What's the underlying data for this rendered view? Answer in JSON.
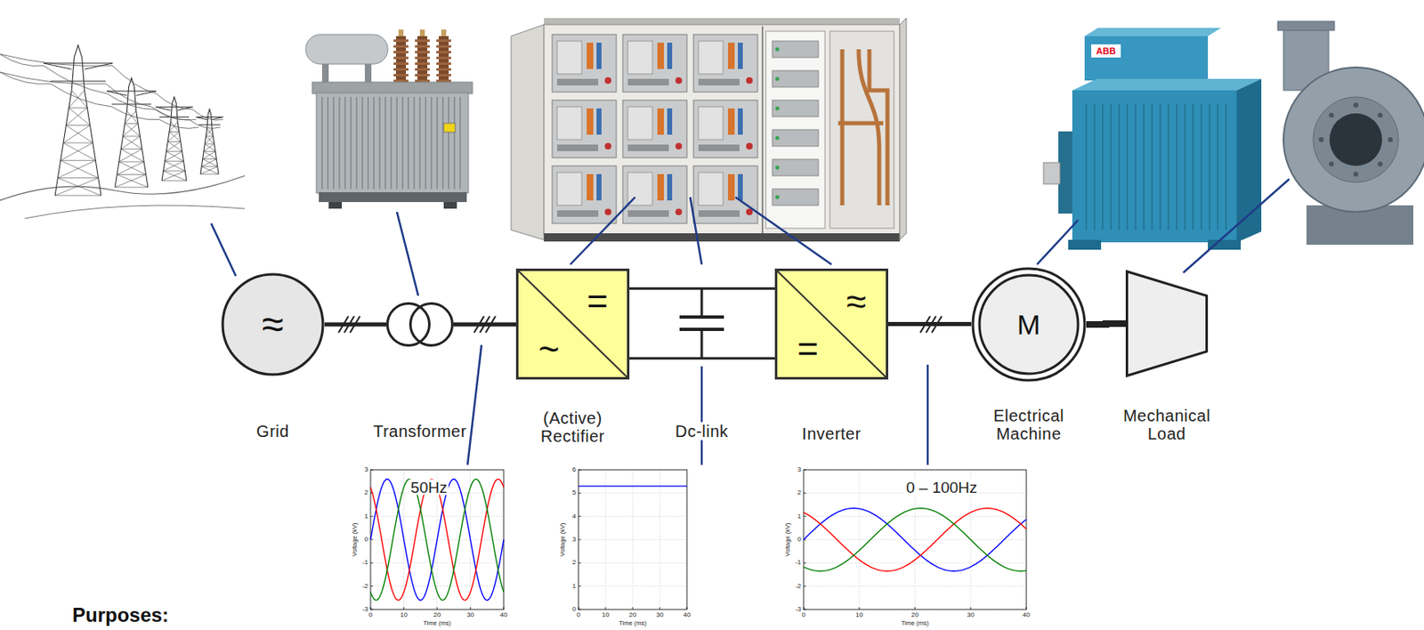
{
  "diagram": {
    "nodes": [
      {
        "text": [
          "≈",
          "Grid"
        ]
      },
      {
        "text": [
          "Transformer"
        ]
      },
      {
        "text": [
          "=",
          "~",
          "(Active) Rectifier"
        ]
      },
      {
        "text": [
          "Dc-link"
        ]
      },
      {
        "text": [
          "≈",
          "=",
          "Inverter"
        ]
      },
      {
        "text": [
          "M",
          "Electrical Machine"
        ]
      },
      {
        "text": [
          "Mechanical Load"
        ]
      }
    ],
    "edges": [
      {
        "from": 0,
        "to": 1,
        "arrow": "none"
      },
      {
        "from": 1,
        "to": 2,
        "arrow": "none"
      },
      {
        "from": 2,
        "to": 4,
        "arrow": "none"
      },
      {
        "from": 4,
        "to": 5,
        "arrow": "none"
      },
      {
        "from": 5,
        "to": 6,
        "arrow": "none"
      }
    ],
    "labels": [
      "ABB",
      "50Hz",
      "3",
      "2",
      "1",
      "0",
      "-1",
      "-2",
      "-3",
      "0",
      "10",
      "20",
      "30",
      "40",
      "Voltage (kV)",
      "Time (ms)",
      "6",
      "5",
      "4",
      "3",
      "2",
      "1",
      "0",
      "0",
      "10",
      "20",
      "30",
      "40",
      "Voltage (kV)",
      "Time (ms)",
      "0 – 100Hz",
      "3",
      "2",
      "1",
      "0",
      "-1",
      "-2",
      "-3",
      "0",
      "10",
      "20",
      "30",
      "40",
      "Voltage (kV)",
      "Time (ms)",
      "Purposes:"
    ]
  }
}
